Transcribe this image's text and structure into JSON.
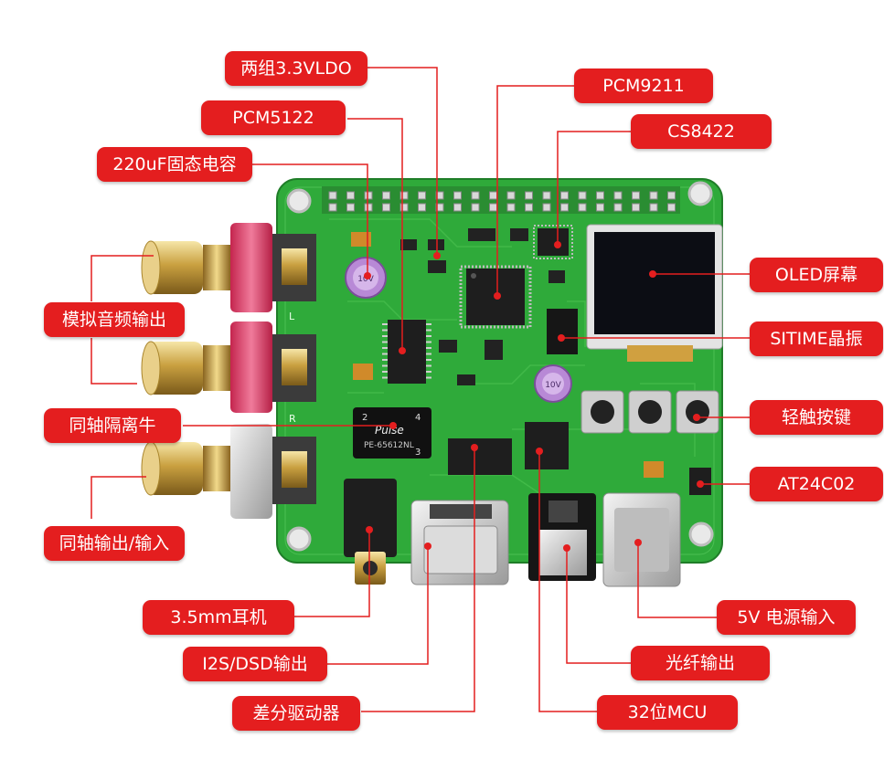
{
  "labels": {
    "ldo": "两组3.3VLDO",
    "pcm5122": "PCM5122",
    "cap220": "220uF固态电容",
    "analog_out": "模拟音频输出",
    "coax_isolation": "同轴隔离牛",
    "coax_io": "同轴输出/输入",
    "headphone": "3.5mm耳机",
    "i2s_dsd": "I2S/DSD输出",
    "diff_driver": "差分驱动器",
    "pcm9211": "PCM9211",
    "cs8422": "CS8422",
    "oled": "OLED屏幕",
    "sitime": "SITIME晶振",
    "buttons": "轻触按键",
    "at24c02": "AT24C02",
    "power_in": "5V 电源输入",
    "optical_out": "光纤输出",
    "mcu": "32位MCU"
  },
  "board": {
    "channel_left": "L",
    "channel_right": "R",
    "transformer_brand": "Pulse",
    "transformer_part": "PE-65612NL",
    "transformer_pin_2": "2",
    "transformer_pin_4": "4",
    "transformer_pin_3": "3",
    "cap_value_1": "10V",
    "cap_value_2": "10V"
  },
  "colors": {
    "label_red": "#e41e1f",
    "pcb_green": "#2faa3a",
    "pointer_dot": "#e41e1f"
  }
}
